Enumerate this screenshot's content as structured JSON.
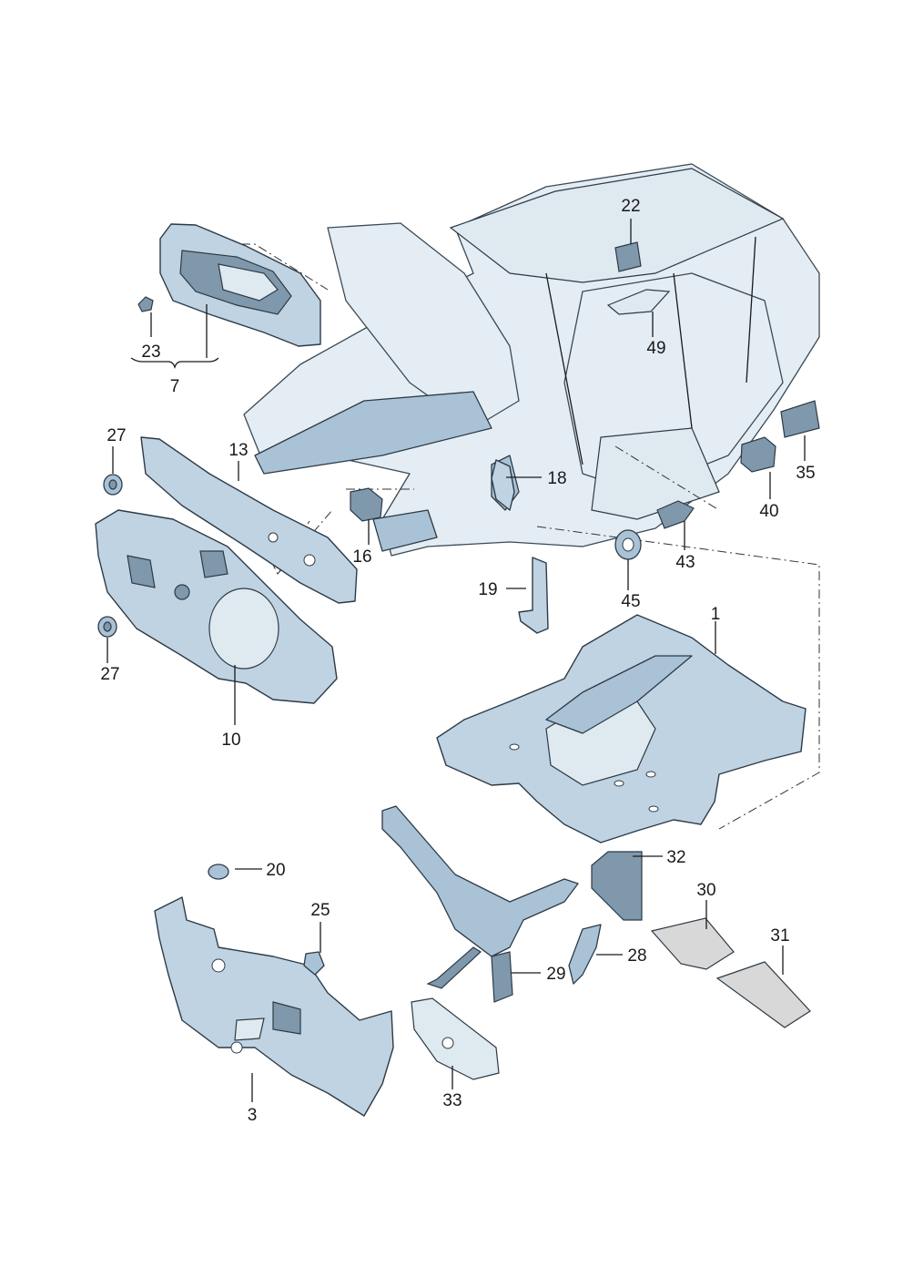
{
  "labels": {
    "p1": "1",
    "p3": "3",
    "p7": "7",
    "p10": "10",
    "p13": "13",
    "p16": "16",
    "p18": "18",
    "p19": "19",
    "p20": "20",
    "p22": "22",
    "p23": "23",
    "p25": "25",
    "p27a": "27",
    "p27b": "27",
    "p28": "28",
    "p29": "29",
    "p30": "30",
    "p31": "31",
    "p32": "32",
    "p33": "33",
    "p35": "35",
    "p40": "40",
    "p43": "43",
    "p45": "45",
    "p49": "49"
  },
  "colors": {
    "part_fill": "#bfd3e2",
    "outline": "#2d3a46",
    "felt_fill": "#d8d8d8"
  }
}
